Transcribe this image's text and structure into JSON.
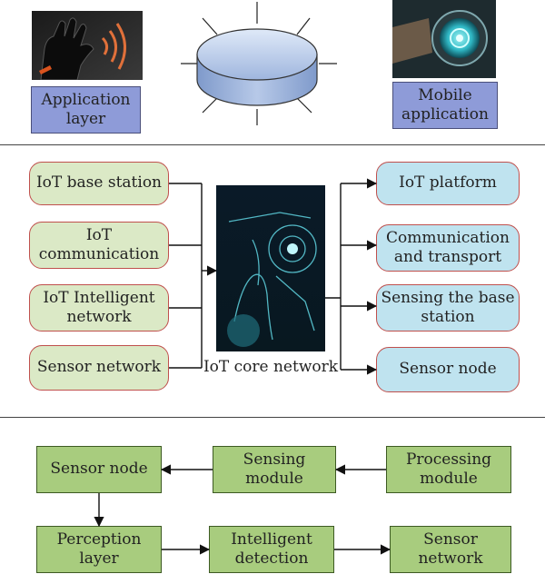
{
  "top": {
    "application_label": "Application layer",
    "mobile_label": "Mobile application"
  },
  "middle": {
    "left_boxes": [
      "IoT base station",
      "IoT communication",
      "IoT Intelligent network",
      "Sensor network"
    ],
    "core_label": "IoT core network",
    "right_boxes": [
      "IoT platform",
      "Communication and transport",
      "Sensing the base station",
      "Sensor node"
    ]
  },
  "bottom": {
    "sensor_node": "Sensor node",
    "sensing_module": "Sensing module",
    "processing_module": "Processing module",
    "perception_layer": "Perception layer",
    "intelligent_detection": "Intelligent detection",
    "sensor_network": "Sensor network"
  },
  "colors": {
    "label_blue": "#8e9bd8",
    "green_fill": "#dbe9c6",
    "blue_fill": "#bfe3ef",
    "red_border": "#c0504d",
    "flow_green": "#a8cc7e"
  },
  "icons": [
    "glove-gesture-icon",
    "database-disc-icon",
    "smartwatch-icon",
    "core-network-image"
  ]
}
